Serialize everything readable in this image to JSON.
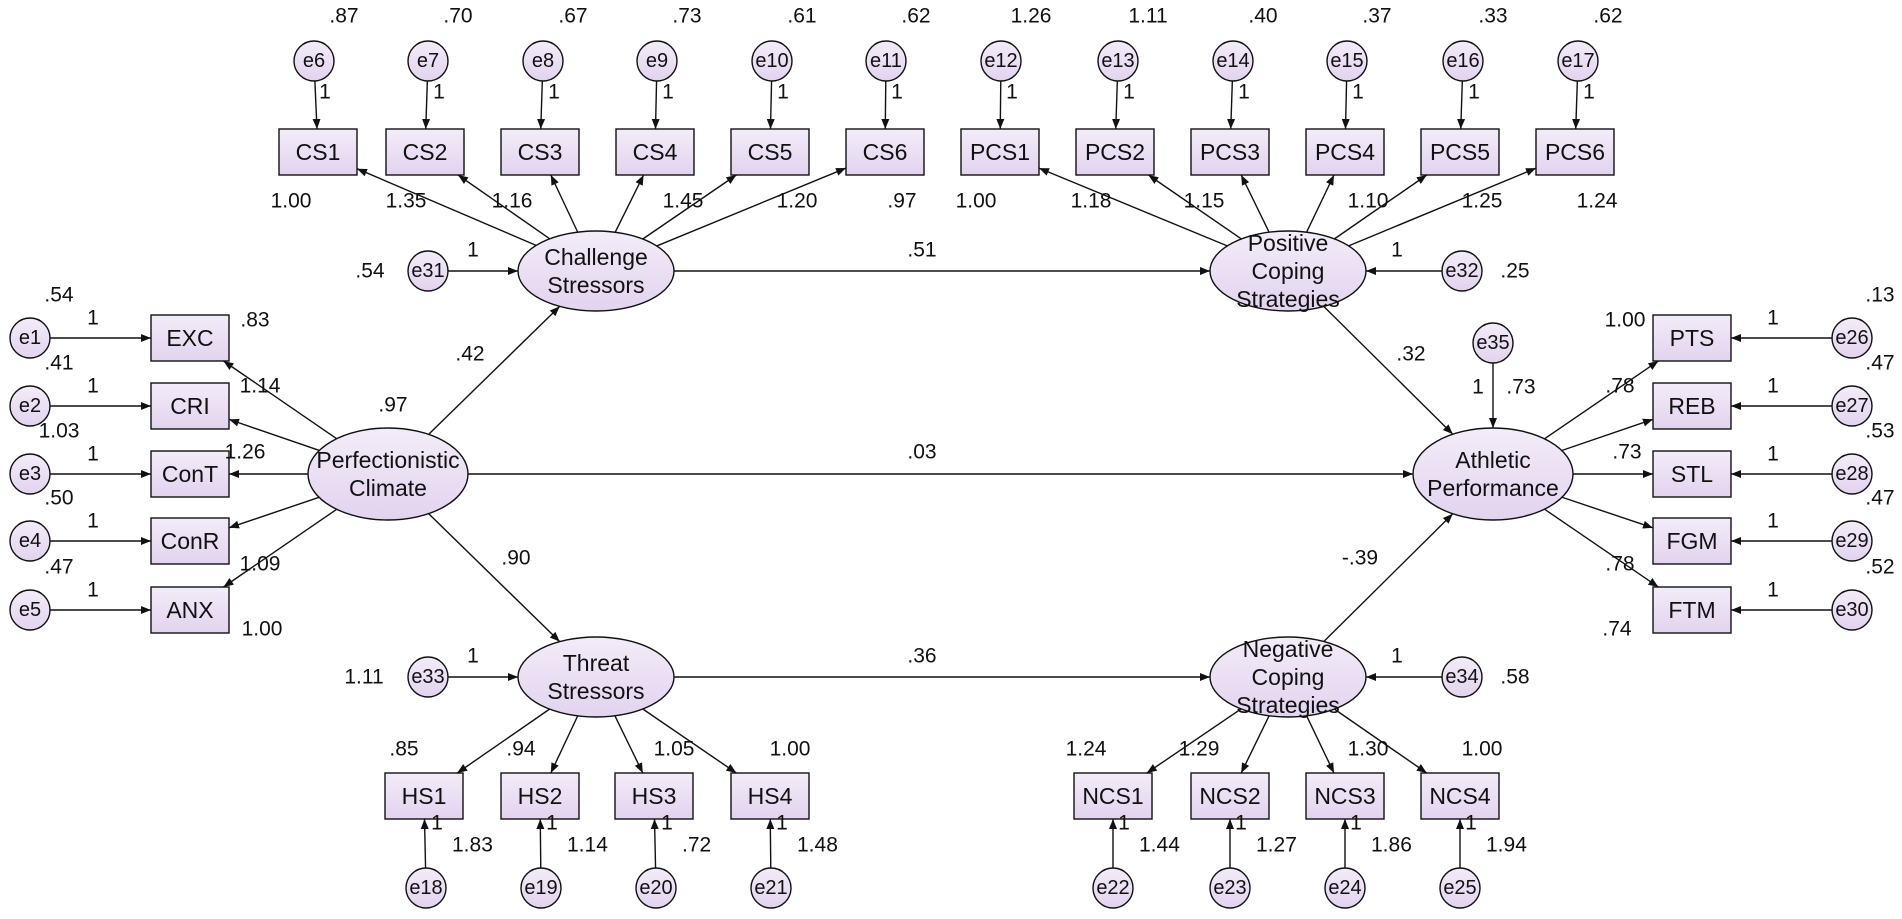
{
  "colors": {
    "line": "#111111",
    "fill_top": "#f3ecf8",
    "fill_bottom": "#e2d3ef",
    "text": "#111111"
  },
  "latent": {
    "challenge": [
      "Challenge",
      "Stressors"
    ],
    "positive": [
      "Positive",
      "Coping",
      "Strategies"
    ],
    "perfectionistic": [
      "Perfectionistic",
      "Climate"
    ],
    "athletic": [
      "Athletic",
      "Performance"
    ],
    "threat": [
      "Threat",
      "Stressors"
    ],
    "negative": [
      "Negative",
      "Coping",
      "Strategies"
    ]
  },
  "observed": {
    "CS1": "CS1",
    "CS2": "CS2",
    "CS3": "CS3",
    "CS4": "CS4",
    "CS5": "CS5",
    "CS6": "CS6",
    "PCS1": "PCS1",
    "PCS2": "PCS2",
    "PCS3": "PCS3",
    "PCS4": "PCS4",
    "PCS5": "PCS5",
    "PCS6": "PCS6",
    "EXC": "EXC",
    "CRI": "CRI",
    "ConT": "ConT",
    "ConR": "ConR",
    "ANX": "ANX",
    "PTS": "PTS",
    "REB": "REB",
    "STL": "STL",
    "FGM": "FGM",
    "FTM": "FTM",
    "HS1": "HS1",
    "HS2": "HS2",
    "HS3": "HS3",
    "HS4": "HS4",
    "NCS1": "NCS1",
    "NCS2": "NCS2",
    "NCS3": "NCS3",
    "NCS4": "NCS4"
  },
  "errors": {
    "e1": "e1",
    "e2": "e2",
    "e3": "e3",
    "e4": "e4",
    "e5": "e5",
    "e6": "e6",
    "e7": "e7",
    "e8": "e8",
    "e9": "e9",
    "e10": "e10",
    "e11": "e11",
    "e12": "e12",
    "e13": "e13",
    "e14": "e14",
    "e15": "e15",
    "e16": "e16",
    "e17": "e17",
    "e18": "e18",
    "e19": "e19",
    "e20": "e20",
    "e21": "e21",
    "e22": "e22",
    "e23": "e23",
    "e24": "e24",
    "e25": "e25",
    "e26": "e26",
    "e27": "e27",
    "e28": "e28",
    "e29": "e29",
    "e30": "e30",
    "e31": "e31",
    "e32": "e32",
    "e33": "e33",
    "e34": "e34",
    "e35": "e35"
  },
  "variances": {
    "e1": ".54",
    "e2": ".41",
    "e3": "1.03",
    "e4": ".50",
    "e5": ".47",
    "e6": ".87",
    "e7": ".70",
    "e8": ".67",
    "e9": ".73",
    "e10": ".61",
    "e11": ".62",
    "e12": "1.26",
    "e13": "1.11",
    "e14": ".40",
    "e15": ".37",
    "e16": ".33",
    "e17": ".62",
    "e18": "1.83",
    "e19": "1.14",
    "e20": ".72",
    "e21": "1.48",
    "e22": "1.44",
    "e23": "1.27",
    "e24": "1.86",
    "e25": "1.94",
    "e26": ".13",
    "e27": ".47",
    "e28": ".53",
    "e29": ".47",
    "e30": ".52",
    "e31": ".54",
    "e32": ".25",
    "e33": "1.11",
    "e34": ".58",
    "e35": ".73",
    "perfectionistic": ".97"
  },
  "loadings": {
    "CS1": "1.00",
    "CS2": "1.35",
    "CS3": "1.16",
    "CS4": "1.45",
    "CS5": "1.20",
    "CS6": ".97",
    "PCS1": "1.00",
    "PCS2": "1.18",
    "PCS3": "1.15",
    "PCS4": "1.10",
    "PCS5": "1.25",
    "PCS6": "1.24",
    "EXC": ".83",
    "CRI": "1.14",
    "ConT": "1.26",
    "ConR": "1.09",
    "ANX": "1.00",
    "PTS": "1.00",
    "REB": ".78",
    "STL": ".73",
    "FGM": ".78",
    "FTM": ".74",
    "HS1": ".85",
    "HS2": ".94",
    "HS3": "1.05",
    "HS4": "1.00",
    "NCS1": "1.24",
    "NCS2": "1.29",
    "NCS3": "1.30",
    "NCS4": "1.00"
  },
  "paths": {
    "perf_challenge": ".42",
    "perf_threat": ".90",
    "perf_athletic": ".03",
    "challenge_positive": ".51",
    "threat_negative": ".36",
    "positive_athletic": ".32",
    "negative_athletic": "-.39"
  },
  "fixed": {
    "e1": "1",
    "e2": "1",
    "e3": "1",
    "e4": "1",
    "e5": "1",
    "e6": "1",
    "e7": "1",
    "e8": "1",
    "e9": "1",
    "e10": "1",
    "e11": "1",
    "e12": "1",
    "e13": "1",
    "e14": "1",
    "e15": "1",
    "e16": "1",
    "e17": "1",
    "e18": "1",
    "e19": "1",
    "e20": "1",
    "e21": "1",
    "e22": "1",
    "e23": "1",
    "e24": "1",
    "e25": "1",
    "e26": "1",
    "e27": "1",
    "e28": "1",
    "e29": "1",
    "e30": "1",
    "e31": "1",
    "e32": "1",
    "e33": "1",
    "e34": "1",
    "e35": "1"
  }
}
